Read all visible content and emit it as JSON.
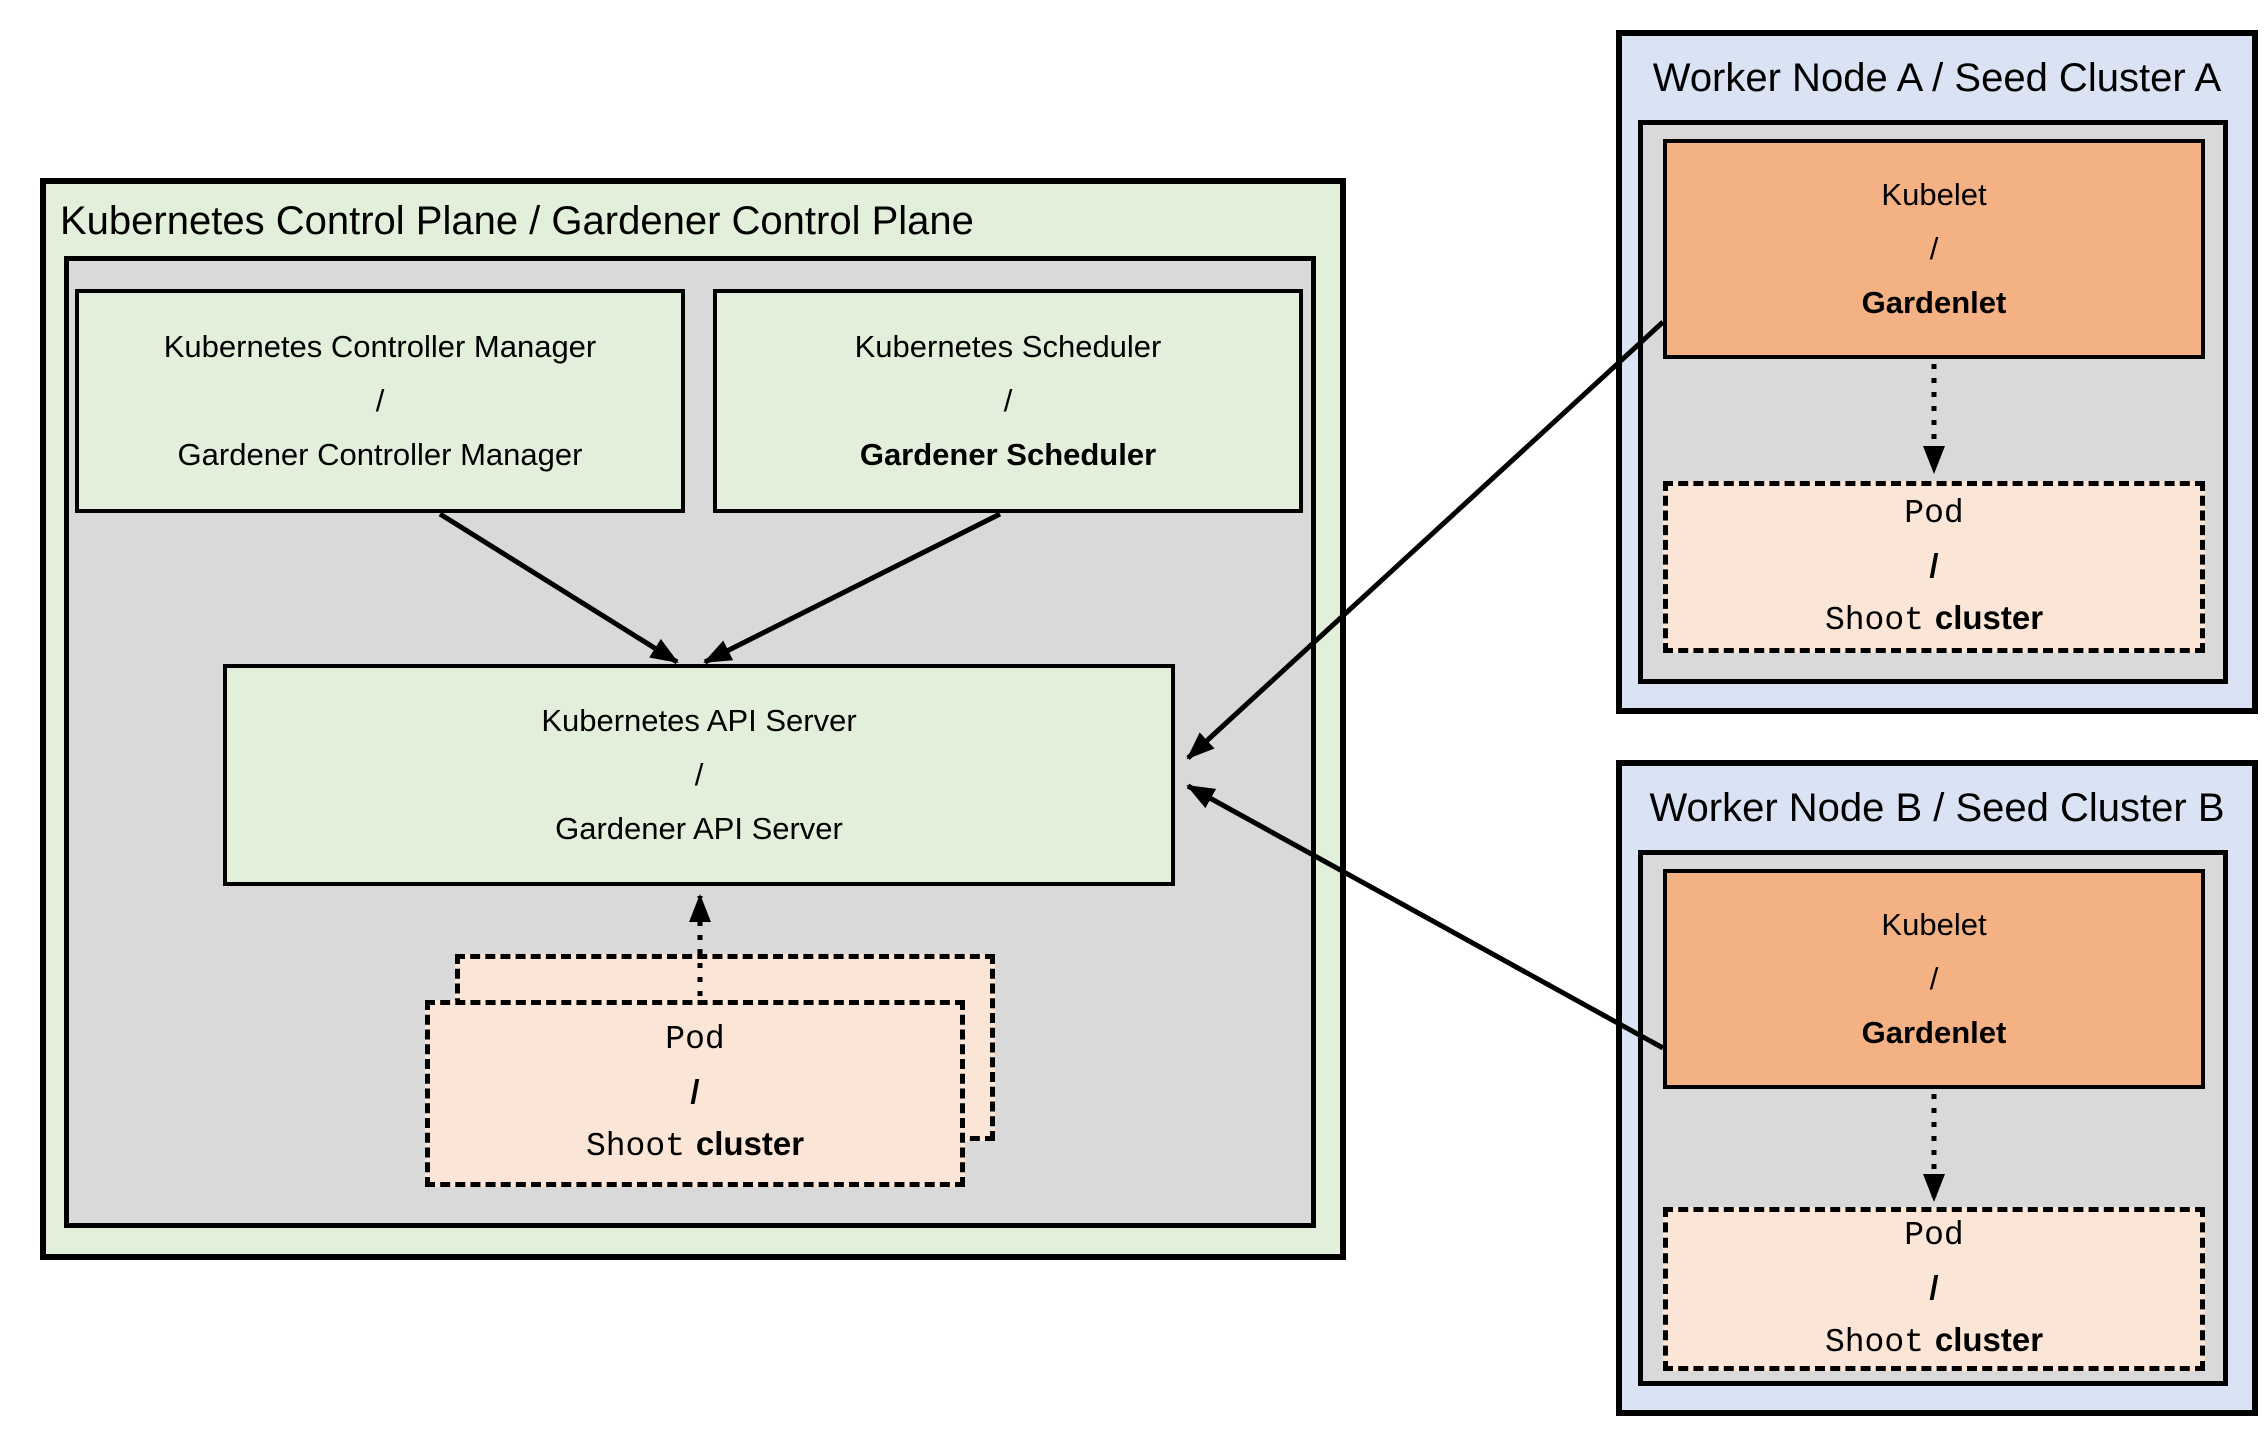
{
  "colors": {
    "green": "#e2efda",
    "gray": "#d9d9d9",
    "blue": "#dae3f3",
    "orange": "#f4b183",
    "peach": "#fbe5d6",
    "line": "#000000"
  },
  "control_plane": {
    "title": "Kubernetes Control Plane / Gardener Control Plane",
    "controller_manager": {
      "line1": "Kubernetes Controller Manager",
      "separator": "/",
      "line2": "Gardener Controller Manager"
    },
    "scheduler": {
      "line1": "Kubernetes Scheduler",
      "separator": "/",
      "line2": "Gardener Scheduler"
    },
    "api_server": {
      "line1": "Kubernetes API Server",
      "separator": "/",
      "line2": "Gardener API Server"
    },
    "shoot_pod": {
      "line1": "Pod",
      "separator": "/",
      "line2_code": "Shoot",
      "line2_label": "cluster"
    }
  },
  "worker_a": {
    "title": "Worker Node A / Seed Cluster A",
    "kubelet": {
      "line1": "Kubelet",
      "separator": "/",
      "line2": "Gardenlet"
    },
    "shoot_pod": {
      "line1": "Pod",
      "separator": "/",
      "line2_code": "Shoot",
      "line2_label": "cluster"
    }
  },
  "worker_b": {
    "title": "Worker Node B / Seed Cluster B",
    "kubelet": {
      "line1": "Kubelet",
      "separator": "/",
      "line2": "Gardenlet"
    },
    "shoot_pod": {
      "line1": "Pod",
      "separator": "/",
      "line2_code": "Shoot",
      "line2_label": "cluster"
    }
  }
}
